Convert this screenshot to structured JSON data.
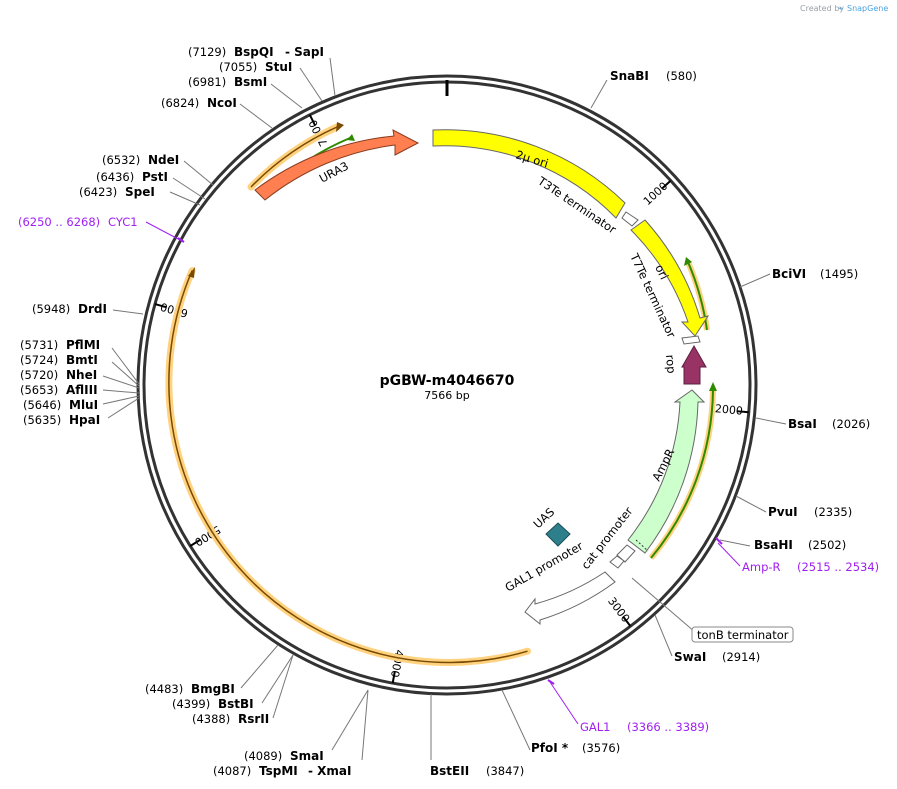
{
  "credit": {
    "prefix": "Created by",
    "brand": "SnapGene"
  },
  "plasmid": {
    "name": "pGBW-m4046670",
    "length_label": "7566 bp",
    "length": 7566
  },
  "ticks": [
    {
      "pos": 1000,
      "label": "1000"
    },
    {
      "pos": 2000,
      "label": "2000"
    },
    {
      "pos": 3000,
      "label": "3000"
    },
    {
      "pos": 4000,
      "label": "4000"
    },
    {
      "pos": 5000,
      "label": "5000"
    },
    {
      "pos": 6000,
      "label": "6000"
    },
    {
      "pos": 7000,
      "label": "7000"
    }
  ],
  "sites": [
    {
      "id": "snabi",
      "name": "SnaBI",
      "pos": "(580)"
    },
    {
      "id": "bcivi",
      "name": "BciVI",
      "pos": "(1495)"
    },
    {
      "id": "bsai",
      "name": "BsaI",
      "pos": "(2026)"
    },
    {
      "id": "pvui",
      "name": "PvuI",
      "pos": "(2335)"
    },
    {
      "id": "bsahi",
      "name": "BsaHI",
      "pos": "(2502)"
    },
    {
      "id": "swai",
      "name": "SwaI",
      "pos": "(2914)"
    },
    {
      "id": "pfoi",
      "name": "PfoI *",
      "pos": "(3576)"
    },
    {
      "id": "bsteii",
      "name": "BstEII",
      "pos": "(3847)"
    },
    {
      "id": "tspmi",
      "name": "TspMI",
      "pos": "(4087)",
      "extra": "- XmaI"
    },
    {
      "id": "smai",
      "name": "SmaI",
      "pos": "(4089)"
    },
    {
      "id": "rsrii",
      "name": "RsrII",
      "pos": "(4388)"
    },
    {
      "id": "bstbi",
      "name": "BstBI",
      "pos": "(4399)"
    },
    {
      "id": "bmgbi",
      "name": "BmgBI",
      "pos": "(4483)"
    },
    {
      "id": "hpai",
      "name": "HpaI",
      "pos": "(5635)"
    },
    {
      "id": "mlui",
      "name": "MluI",
      "pos": "(5646)"
    },
    {
      "id": "aflii",
      "name": "AflIII",
      "pos": "(5653)"
    },
    {
      "id": "nhei",
      "name": "NheI",
      "pos": "(5720)"
    },
    {
      "id": "bmti",
      "name": "BmtI",
      "pos": "(5724)"
    },
    {
      "id": "pflmi",
      "name": "PflMI",
      "pos": "(5731)"
    },
    {
      "id": "drdi",
      "name": "DrdI",
      "pos": "(5948)"
    },
    {
      "id": "spei",
      "name": "SpeI",
      "pos": "(6423)"
    },
    {
      "id": "psti",
      "name": "PstI",
      "pos": "(6436)"
    },
    {
      "id": "ndei",
      "name": "NdeI",
      "pos": "(6532)"
    },
    {
      "id": "ncoi",
      "name": "NcoI",
      "pos": "(6824)"
    },
    {
      "id": "bsmi",
      "name": "BsmI",
      "pos": "(6981)"
    },
    {
      "id": "stui",
      "name": "StuI",
      "pos": "(7055)"
    },
    {
      "id": "bspqi",
      "name": "BspQI",
      "pos": "(7129)",
      "extra": "- SapI"
    }
  ],
  "primers": [
    {
      "id": "cyc1",
      "name": "CYC1",
      "range": "(6250 .. 6268)"
    },
    {
      "id": "ampr",
      "name": "Amp-R",
      "range": "(2515 .. 2534)"
    },
    {
      "id": "gal1",
      "name": "GAL1",
      "range": "(3366 .. 3389)"
    }
  ],
  "features": {
    "two_mu_ori": "2μ ori",
    "t3te": "T3Te terminator",
    "ori": "ori",
    "t7te": "T7Te terminator",
    "rop": "rop",
    "ampr": "AmpR",
    "cat_promoter": "cat promoter",
    "gal1_promoter": "GAL1 promoter",
    "uas": "UAS",
    "ura3": "URA3",
    "tonb": "tonB terminator"
  },
  "colors": {
    "ori": "#ffff00",
    "ampr": "#ccffcc",
    "rop": "#993366",
    "ura3": "#ff7f50",
    "uas": "#2e7f8c",
    "primer": "#a020f0",
    "orf": "#ffd27f",
    "brand": "#4aa3df"
  }
}
